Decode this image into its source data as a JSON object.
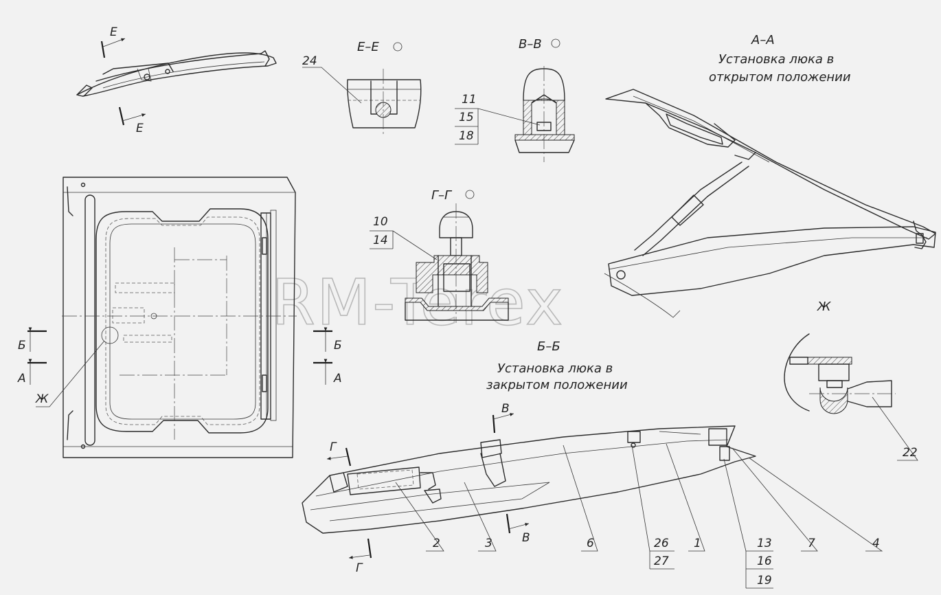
{
  "watermark": "RM-Terex",
  "views": {
    "ee": "Е–Е",
    "vv": "В–В",
    "gg": "Г–Г",
    "aa_title": "А–А",
    "aa_l1": "Установка люка в",
    "aa_l2": "открытом положении",
    "bb_title": "Б–Б",
    "bb_l1": "Установка люка в",
    "bb_l2": "закрытом положении",
    "zh": "Ж"
  },
  "section_marks": {
    "e_top": "Е",
    "e_bottom": "Е",
    "b_left": "Б",
    "a_left": "А",
    "b_right": "Б",
    "a_right": "А",
    "zh_plan": "Ж",
    "v_top": "В",
    "v_bottom": "В",
    "g_top": "Г",
    "g_bottom": "Г"
  },
  "callouts": {
    "p24": "24",
    "p11": "11",
    "p15": "15",
    "p18": "18",
    "p10": "10",
    "p14": "14",
    "p22": "22",
    "p2": "2",
    "p3": "3",
    "p6": "6",
    "p26": "26",
    "p27": "27",
    "p1": "1",
    "p13": "13",
    "p16": "16",
    "p19": "19",
    "p7": "7",
    "p4": "4"
  }
}
